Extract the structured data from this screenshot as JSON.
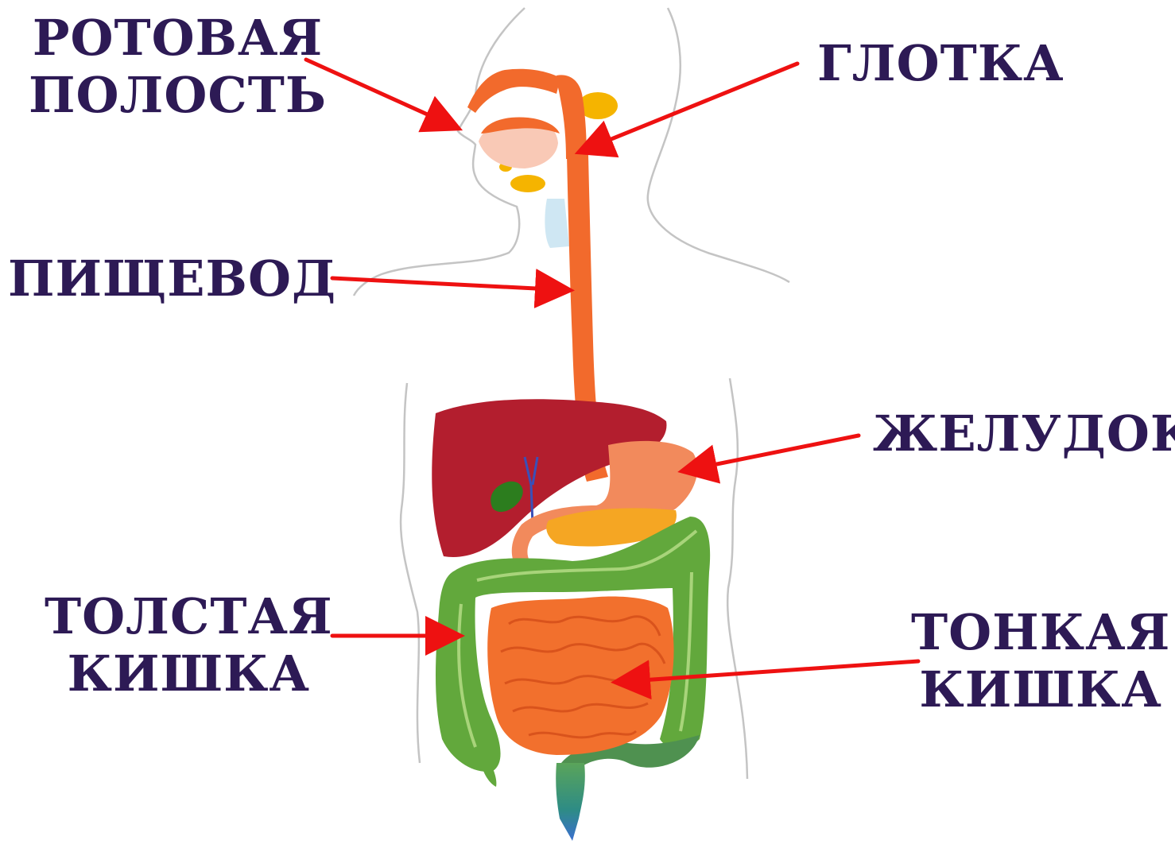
{
  "labels": {
    "oral_cavity": [
      "РОТОВАЯ",
      "ПОЛОСТЬ"
    ],
    "pharynx": [
      "ГЛОТКА"
    ],
    "esophagus": [
      "ПИЩЕВОД"
    ],
    "stomach": [
      "ЖЕЛУДОК"
    ],
    "large_intestine": [
      "ТОЛСТАЯ",
      "КИШКА"
    ],
    "small_intestine": [
      "ТОНКАЯ",
      "КИШКА"
    ]
  },
  "colors": {
    "label_text": "#2d1a55",
    "arrow": "#ee1111",
    "outline": "#bdbdbd",
    "digestive_tract": "#f26a2c",
    "liver": "#b31e2e",
    "large_intestine": "#62a83c",
    "glands": "#f5b400",
    "gallbladder": "#2c7d1e",
    "rectum": "#2e8c85"
  }
}
